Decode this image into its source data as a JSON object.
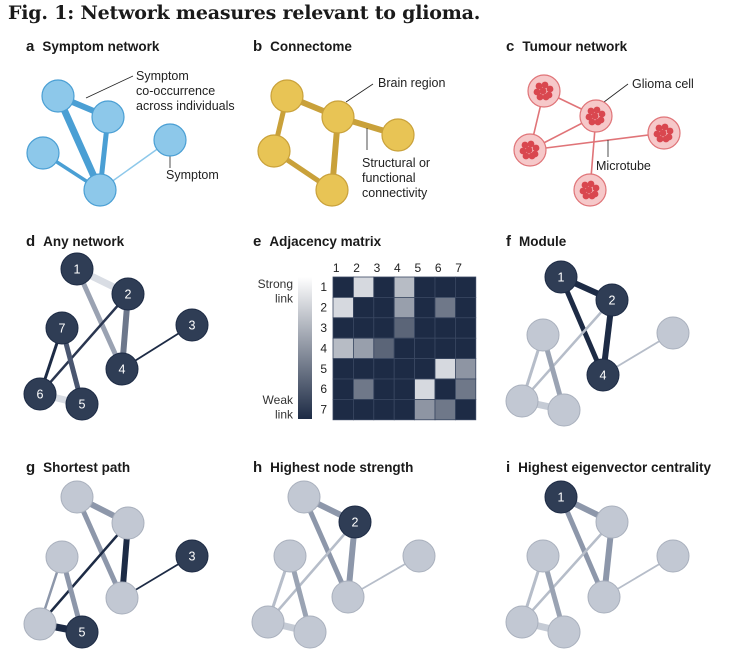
{
  "figure": {
    "title": "Fig. 1: Network measures relevant to glioma."
  },
  "panels": {
    "a": {
      "letter": "a",
      "title": "Symptom network",
      "edge_note": "Symptom\nco-occurrence\nacross individuals",
      "node_note": "Symptom"
    },
    "b": {
      "letter": "b",
      "title": "Connectome",
      "node_note": "Brain region",
      "edge_note": "Structural or\nfunctional\nconnectivity"
    },
    "c": {
      "letter": "c",
      "title": "Tumour network",
      "node_note": "Glioma cell",
      "edge_note": "Microtube"
    },
    "d": {
      "letter": "d",
      "title": "Any network",
      "node_labels": [
        "1",
        "2",
        "3",
        "4",
        "5",
        "6",
        "7"
      ]
    },
    "e": {
      "letter": "e",
      "title": "Adjacency matrix",
      "col_labels": [
        "1",
        "2",
        "3",
        "4",
        "5",
        "6",
        "7"
      ],
      "row_labels": [
        "1",
        "2",
        "3",
        "4",
        "5",
        "6",
        "7"
      ],
      "scale_top": "Strong\nlink",
      "scale_bottom": "Weak\nlink"
    },
    "f": {
      "letter": "f",
      "title": "Module",
      "node_labels": [
        "1",
        "2",
        "4"
      ]
    },
    "g": {
      "letter": "g",
      "title": "Shortest path",
      "node_labels": [
        "3",
        "5"
      ]
    },
    "h": {
      "letter": "h",
      "title": "Highest node strength",
      "node_labels": [
        "2"
      ]
    },
    "i": {
      "letter": "i",
      "title": "Highest eigenvector centrality",
      "node_labels": [
        "1"
      ]
    }
  },
  "adjacency": [
    [
      0.0,
      0.9,
      0.0,
      0.75,
      0.0,
      0.0,
      0.0
    ],
    [
      0.9,
      0.0,
      0.0,
      0.6,
      0.0,
      0.4,
      0.0
    ],
    [
      0.0,
      0.0,
      0.0,
      0.3,
      0.0,
      0.0,
      0.0
    ],
    [
      0.75,
      0.6,
      0.3,
      0.0,
      0.0,
      0.0,
      0.0
    ],
    [
      0.0,
      0.0,
      0.0,
      0.0,
      0.0,
      0.9,
      0.55
    ],
    [
      0.0,
      0.4,
      0.0,
      0.0,
      0.9,
      0.0,
      0.4
    ],
    [
      0.0,
      0.0,
      0.0,
      0.0,
      0.55,
      0.4,
      0.0
    ]
  ],
  "colors": {
    "symptom_blue": "#8dc8ea",
    "symptom_edge": "#4a9fd4",
    "connectome_yellow": "#e8c455",
    "connectome_edge": "#c9a13a",
    "cell_pink": "#f2b3b5",
    "cell_red": "#d9474f",
    "tube": "#e07478",
    "navy": "#1d2b45",
    "dark_node": "#2f3d55",
    "light_node": "#c2c8d3",
    "mid_edge": "#8d97aa"
  }
}
